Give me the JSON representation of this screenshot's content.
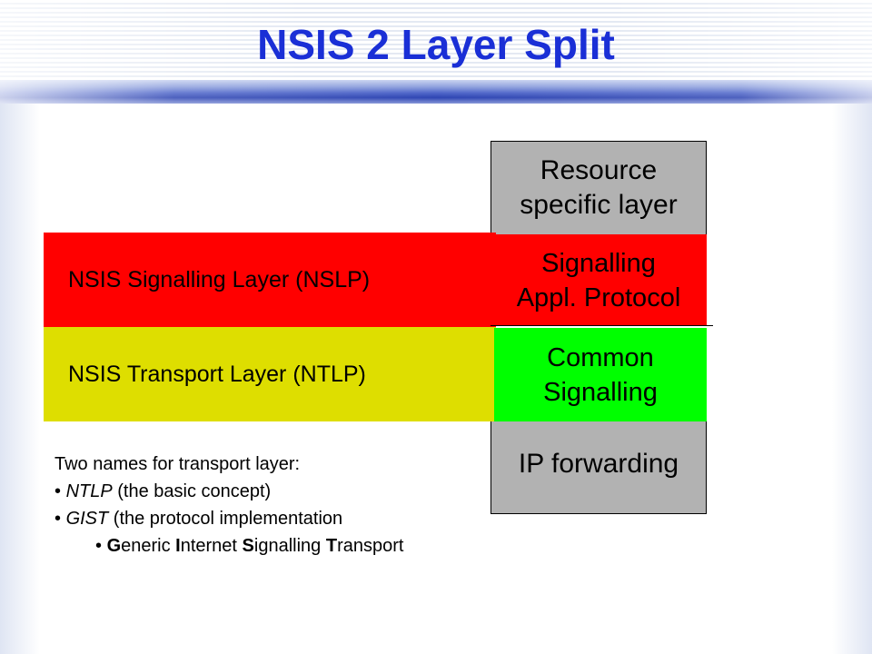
{
  "slide": {
    "title": "NSIS 2 Layer Split"
  },
  "stack": {
    "resource": {
      "line1": "Resource",
      "line2": "specific layer"
    },
    "signalling_appl": {
      "line1": "Signalling",
      "line2": "Appl. Protocol"
    },
    "common_signalling": {
      "line1": "Common",
      "line2": "Signalling"
    },
    "ip_forwarding": {
      "label": "IP forwarding"
    }
  },
  "layers": {
    "nslp": "NSIS Signalling Layer (NSLP)",
    "ntlp": "NSIS Transport Layer (NTLP)"
  },
  "notes": {
    "heading": "Two names for transport layer:",
    "bullet1_term": "NTLP",
    "bullet1_text": " (the basic concept)",
    "bullet2_term": "GIST",
    "bullet2_text": " (the protocol implementation",
    "sub": {
      "g": "G",
      "eneric": "eneric ",
      "i": "I",
      "nternet": "nternet ",
      "s": "S",
      "ignalling": "ignalling ",
      "t": "T",
      "ransport": "ransport"
    }
  },
  "colors": {
    "title": "#1a2fd6",
    "nslp": "#ff0000",
    "ntlp": "#dede00",
    "common": "#00ff00",
    "gray": "#b2b2b2"
  }
}
